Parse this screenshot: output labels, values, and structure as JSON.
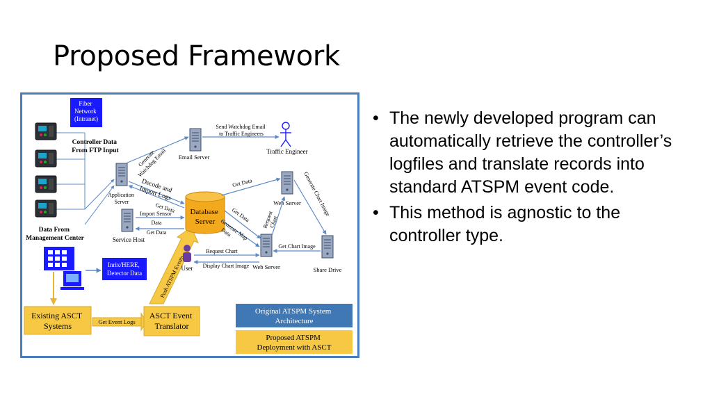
{
  "slide": {
    "title": "Proposed Framework",
    "bullets": [
      "The newly developed program can automatically retrieve the controller’s logfiles and translate records into standard ATSPM event code.",
      "This method is agnostic to the controller type."
    ]
  },
  "diagram": {
    "nodes": {
      "fiber": [
        "Fiber",
        "Network",
        "(Intranet)"
      ],
      "controller_data": [
        "Controller Data",
        "From FTP Input"
      ],
      "management": [
        "Data From",
        "Management Center"
      ],
      "inrix": [
        "Inrix/HERE,",
        "Detector Data"
      ],
      "existing_asct": [
        "Existing ASCT",
        "Systems"
      ],
      "asct_translator": [
        "ASCT Event",
        "Translator"
      ],
      "email_server": "Email Server",
      "traffic_engineer": "Traffic Engineer",
      "application_server": [
        "Application",
        "Server"
      ],
      "service_host": "Service Host",
      "database": [
        "Database",
        "Server"
      ],
      "web_server_top": "Web Server",
      "web_server_bottom": "Web Server",
      "share_drive": "Share Drive",
      "user": "User"
    },
    "edges": {
      "generate_watchdog": [
        "Generate",
        "Watchdog Email"
      ],
      "send_watchdog": [
        "Send Watchdog Email",
        "to Traffic Engineers"
      ],
      "decode_import": [
        "Decode and",
        "Import Logs"
      ],
      "get_data_app": "Get Data",
      "import_sensor": [
        "Import Sensor",
        "Data"
      ],
      "get_data_service": "Get Data",
      "get_data_web": "Get Data",
      "get_data_db": "Get Data",
      "generate_map": [
        "Generate Map",
        "Data"
      ],
      "request_chart_v": [
        "Request",
        "Chart"
      ],
      "generate_chart_image": "Generate Chart Image",
      "get_chart_image": "Get Chart Image",
      "request_chart": "Request Chart",
      "display_chart_image": "Display Chart Image",
      "push_atspm": "Push ATSPM Events",
      "get_event_logs": "Get Event Logs"
    },
    "legend": {
      "original": [
        "Original ATSPM System",
        "Architecture"
      ],
      "proposed": [
        "Proposed ATSPM",
        "Deployment with ASCT"
      ]
    },
    "colors": {
      "frame": "#4a7ebb",
      "arrow": "#5b8ac6",
      "blue_box": "#1a1aff",
      "yellow": "#f6c844",
      "legend_blue": "#3f78b5",
      "database": "#f2a91e"
    }
  }
}
